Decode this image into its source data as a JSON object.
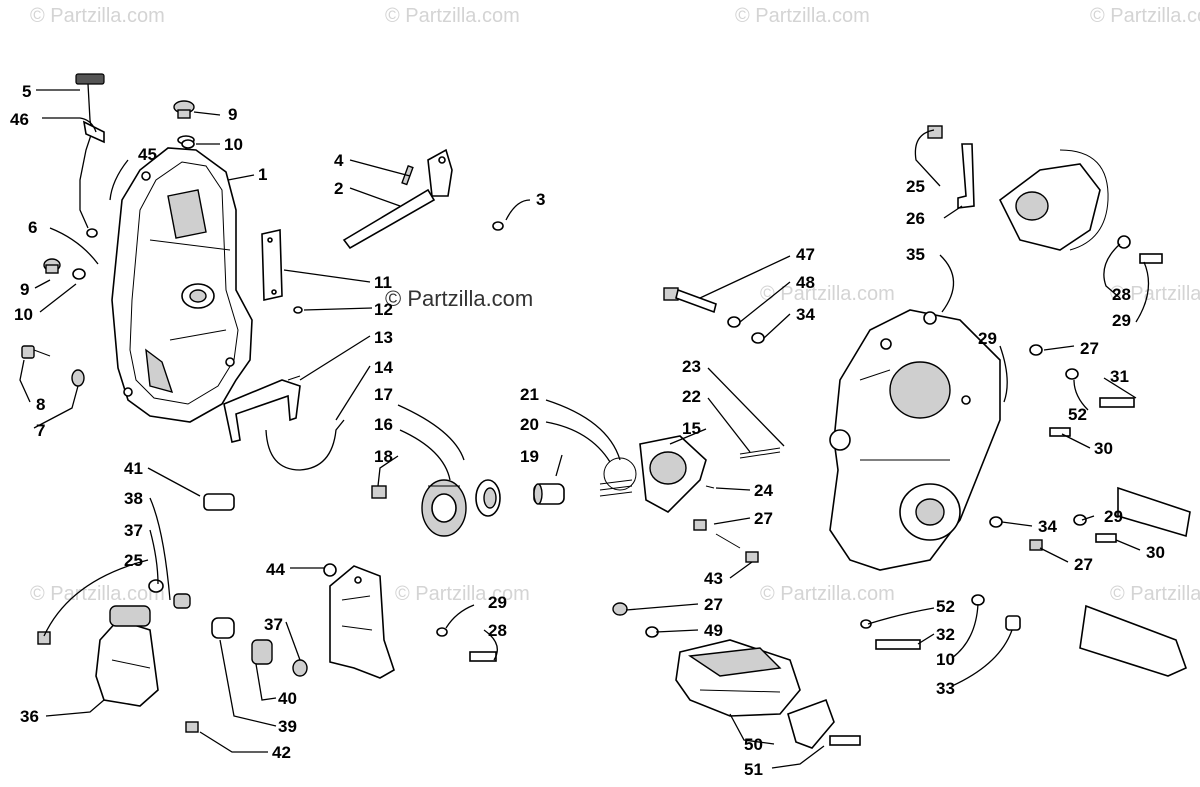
{
  "watermark": {
    "text": "© Partzilla.com",
    "center_text": "© Partzilla.com"
  },
  "callouts": {
    "c1": "1",
    "c2": "2",
    "c3": "3",
    "c4": "4",
    "c5": "5",
    "c6": "6",
    "c7": "7",
    "c8": "8",
    "c9a": "9",
    "c9b": "9",
    "c10a": "10",
    "c10b": "10",
    "c10c": "10",
    "c11": "11",
    "c12": "12",
    "c13": "13",
    "c14": "14",
    "c15": "15",
    "c16": "16",
    "c17": "17",
    "c18": "18",
    "c19": "19",
    "c20": "20",
    "c21": "21",
    "c22": "22",
    "c23": "23",
    "c24": "24",
    "c25a": "25",
    "c25b": "25",
    "c26": "26",
    "c27a": "27",
    "c27b": "27",
    "c27c": "27",
    "c27d": "27",
    "c28a": "28",
    "c28b": "28",
    "c29a": "29",
    "c29b": "29",
    "c29c": "29",
    "c29d": "29",
    "c30a": "30",
    "c30b": "30",
    "c31": "31",
    "c32": "32",
    "c33": "33",
    "c34a": "34",
    "c34b": "34",
    "c35": "35",
    "c36": "36",
    "c37a": "37",
    "c37b": "37",
    "c38": "38",
    "c39": "39",
    "c40": "40",
    "c41": "41",
    "c42": "42",
    "c43": "43",
    "c44": "44",
    "c45": "45",
    "c46": "46",
    "c47": "47",
    "c48": "48",
    "c49": "49",
    "c50": "50",
    "c51": "51",
    "c52a": "52",
    "c52b": "52"
  }
}
